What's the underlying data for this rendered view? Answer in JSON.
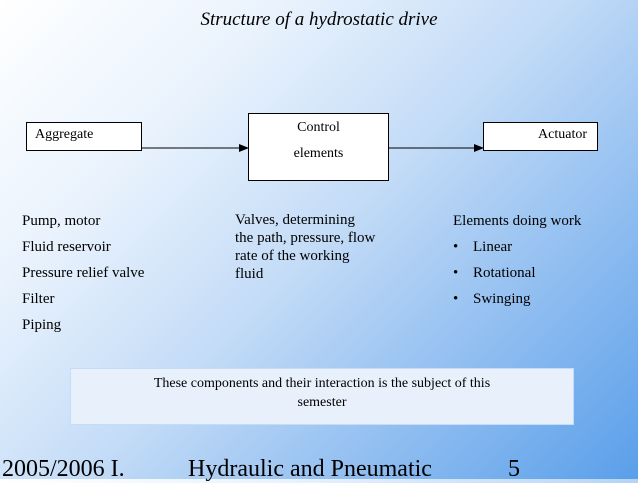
{
  "title": "Structure of a hydrostatic drive",
  "diagram": {
    "boxes": {
      "aggregate": "Aggregate",
      "control_line1": "Control",
      "control_line2": "elements",
      "actuator": "Actuator"
    }
  },
  "columns": {
    "left": [
      "Pump, motor",
      "Fluid reservoir",
      "Pressure relief valve",
      "Filter",
      "Piping"
    ],
    "middle": [
      "Valves, determining",
      "the path, pressure, flow",
      "rate of the working",
      "fluid"
    ],
    "right_heading": "Elements doing work",
    "right_bullets": [
      "Linear",
      "Rotational",
      "Swinging"
    ],
    "bullet_char": "•"
  },
  "note": {
    "line1": "These components and their interaction is the subject of this",
    "line2": "semester"
  },
  "footer": {
    "left": "2005/2006 I.",
    "center": "Hydraulic and Pneumatic",
    "right": "5"
  }
}
